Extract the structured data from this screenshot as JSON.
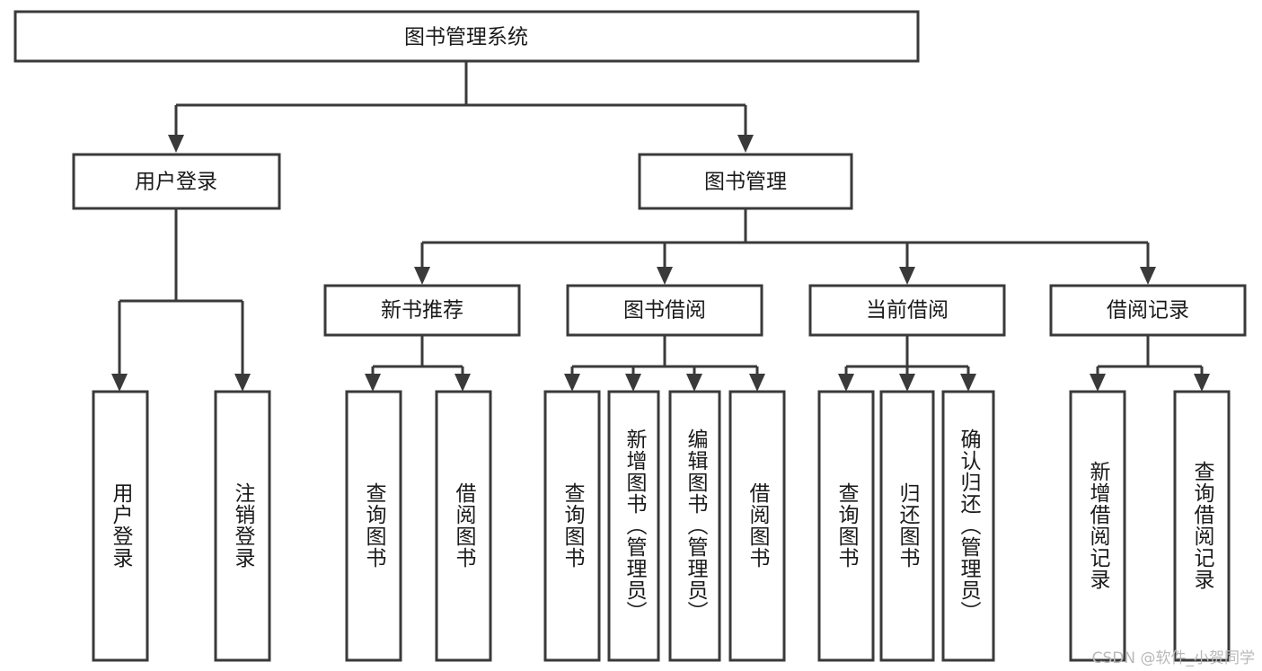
{
  "diagram": {
    "type": "tree-hierarchy-chart",
    "title": "图书管理系统",
    "orientation": "top-down",
    "watermark": "CSDN @软件_小贺同学",
    "colors": {
      "stroke": "#3a3a3a",
      "fill": "#ffffff",
      "text": "#1a1a1a",
      "background": "#ffffff",
      "watermark": "#b9b9b9"
    },
    "root": {
      "label": "图书管理系统",
      "level": 0
    },
    "level1": [
      {
        "label": "用户登录"
      },
      {
        "label": "图书管理"
      }
    ],
    "level2": [
      {
        "label": "新书推荐",
        "parent": "图书管理"
      },
      {
        "label": "图书借阅",
        "parent": "图书管理"
      },
      {
        "label": "当前借阅",
        "parent": "图书管理"
      },
      {
        "label": "借阅记录",
        "parent": "图书管理"
      }
    ],
    "leaves": {
      "user_login": [
        {
          "label": "用户登录"
        },
        {
          "label": "注销登录"
        }
      ],
      "new_book_recommend": [
        {
          "label": "查询图书"
        },
        {
          "label": "借阅图书"
        }
      ],
      "book_borrow": [
        {
          "label": "查询图书"
        },
        {
          "label": "新增图书（管理员）"
        },
        {
          "label": "编辑图书（管理员）"
        },
        {
          "label": "借阅图书"
        }
      ],
      "current_borrow": [
        {
          "label": "查询图书"
        },
        {
          "label": "归还图书"
        },
        {
          "label": "确认归还（管理员）"
        }
      ],
      "borrow_record": [
        {
          "label": "新增借阅记录"
        },
        {
          "label": "查询借阅记录"
        }
      ]
    }
  }
}
